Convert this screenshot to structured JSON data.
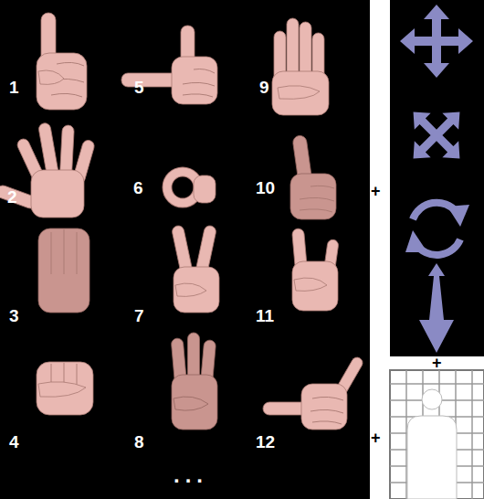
{
  "diagram": {
    "labels": [
      "1",
      "5",
      "9",
      "2",
      "6",
      "10",
      "3",
      "7",
      "11",
      "4",
      "8",
      "12",
      "...",
      "+",
      "+",
      "+"
    ]
  }
}
